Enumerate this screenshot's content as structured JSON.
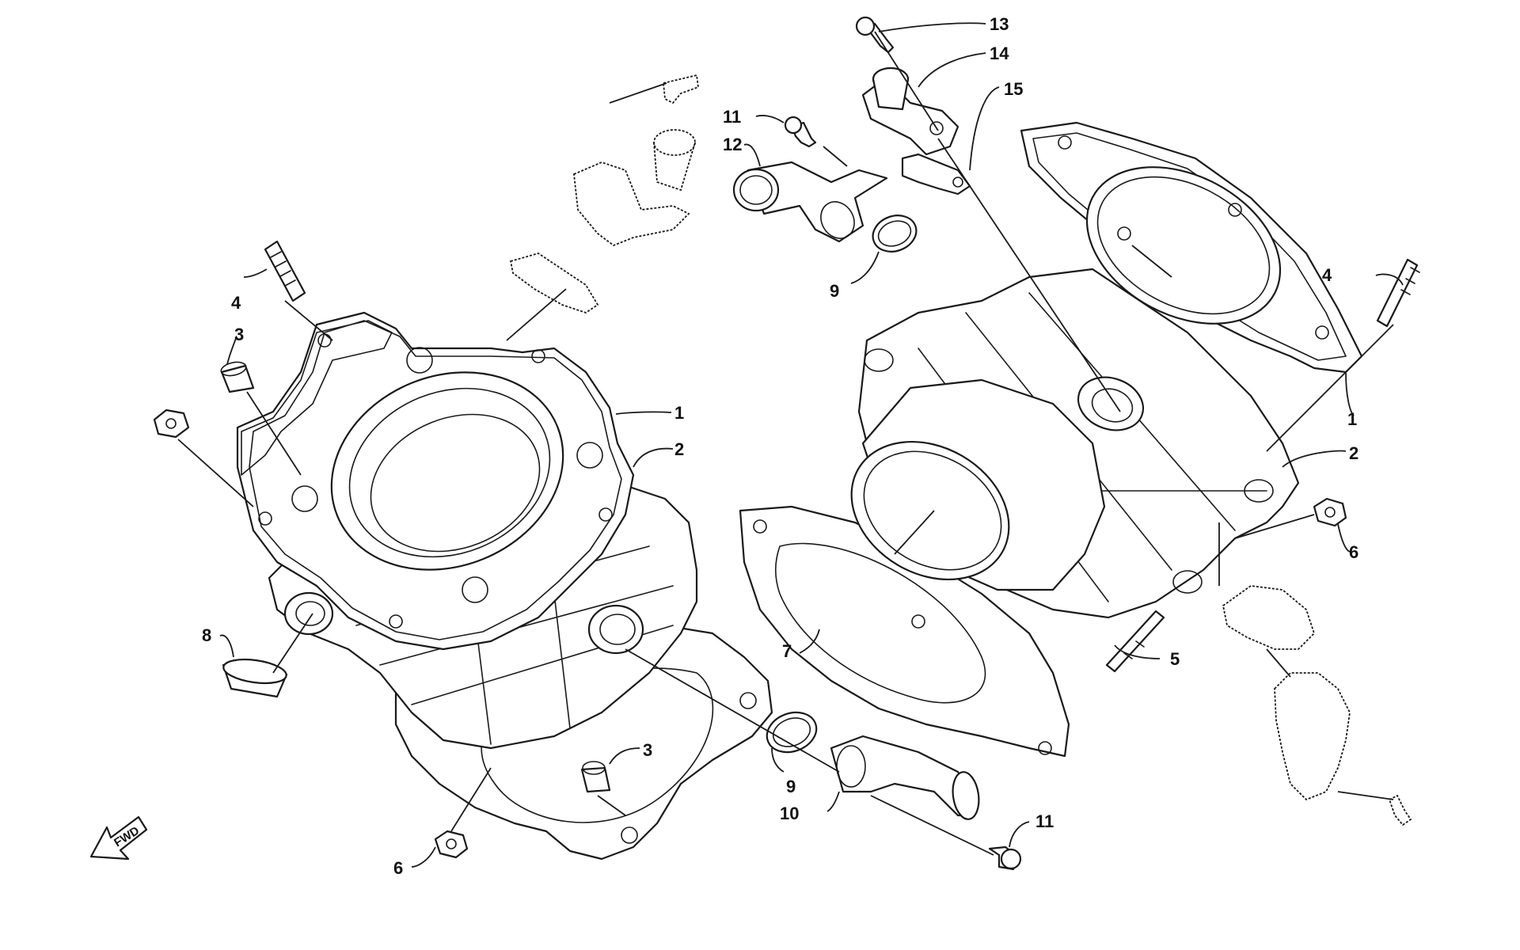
{
  "diagram": {
    "direction_label": "FWD",
    "callouts": {
      "left": {
        "c1": "1",
        "c2": "2",
        "c3a": "3",
        "c3b": "3",
        "c4": "4",
        "c6": "6",
        "c8": "8",
        "c9": "9",
        "c10": "10",
        "c11": "11"
      },
      "right": {
        "c1": "1",
        "c2": "2",
        "c4": "4",
        "c5": "5",
        "c6": "6",
        "c7": "7",
        "c9": "9",
        "c11": "11",
        "c12": "12",
        "c13": "13",
        "c14": "14",
        "c15": "15"
      }
    }
  }
}
